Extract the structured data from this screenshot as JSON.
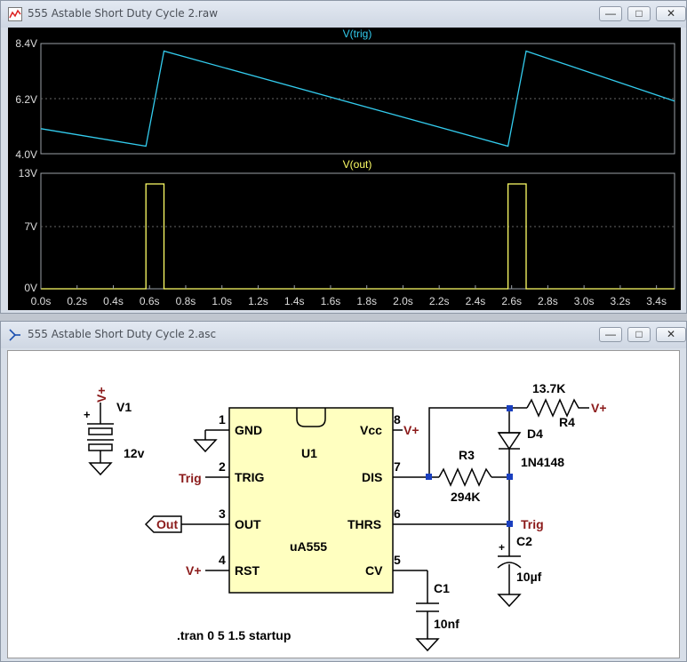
{
  "waveform_window": {
    "title": "555 Astable Short Duty Cycle 2.raw",
    "controls": {
      "minimize": "—",
      "restore": "□",
      "close": "✕"
    },
    "pane1": {
      "trace": "V(trig)",
      "yticks": [
        "8.4V",
        "6.2V",
        "4.0V"
      ],
      "color": "#33ccee"
    },
    "pane2": {
      "trace": "V(out)",
      "yticks": [
        "13V",
        "7V",
        "0V"
      ],
      "color": "#ffff66"
    },
    "xticks": [
      "0.0s",
      "0.2s",
      "0.4s",
      "0.6s",
      "0.8s",
      "1.0s",
      "1.2s",
      "1.4s",
      "1.6s",
      "1.8s",
      "2.0s",
      "2.2s",
      "2.4s",
      "2.6s",
      "2.8s",
      "3.0s",
      "3.2s",
      "3.4s"
    ]
  },
  "schematic_window": {
    "title": "555 Astable Short Duty Cycle 2.asc",
    "controls": {
      "minimize": "—",
      "restore": "□",
      "close": "✕"
    },
    "v1": {
      "name": "V1",
      "value": "12v",
      "supply": "V+",
      "plus": "+"
    },
    "u1": {
      "name": "U1",
      "part": "uA555",
      "pins_left": [
        {
          "num": "1",
          "label": "GND"
        },
        {
          "num": "2",
          "label": "TRIG"
        },
        {
          "num": "3",
          "label": "OUT"
        },
        {
          "num": "4",
          "label": "RST"
        }
      ],
      "pins_right": [
        {
          "num": "8",
          "label": "Vcc"
        },
        {
          "num": "7",
          "label": "DIS"
        },
        {
          "num": "6",
          "label": "THRS"
        },
        {
          "num": "5",
          "label": "CV"
        }
      ]
    },
    "nets": {
      "trig_left": "Trig",
      "out": "Out",
      "rst": "V+",
      "vcc": "V+",
      "r4_right": "V+",
      "trig_right": "Trig"
    },
    "r4": {
      "name": "R4",
      "value": "13.7K"
    },
    "d4": {
      "name": "D4",
      "value": "1N4148"
    },
    "r3": {
      "name": "R3",
      "value": "294K"
    },
    "c2": {
      "name": "C2",
      "value": "10µf",
      "plus": "+"
    },
    "c1": {
      "name": "C1",
      "value": "10nf"
    },
    "directive": ".tran 0 5 1.5 startup"
  },
  "chart_data": [
    {
      "type": "line",
      "title": "V(trig)",
      "ylim": [
        4.0,
        8.4
      ],
      "xlim": [
        0.0,
        3.5
      ],
      "series": [
        {
          "name": "V(trig)",
          "x": [
            0.0,
            0.58,
            0.68,
            2.58,
            2.68,
            3.5
          ],
          "values": [
            5.0,
            4.3,
            8.1,
            4.3,
            8.1,
            6.1
          ]
        }
      ]
    },
    {
      "type": "line",
      "title": "V(out)",
      "ylim": [
        0,
        13
      ],
      "xlim": [
        0.0,
        3.5
      ],
      "series": [
        {
          "name": "V(out)",
          "x": [
            0.0,
            0.58,
            0.58,
            0.68,
            0.68,
            2.58,
            2.58,
            2.68,
            2.68,
            3.5
          ],
          "values": [
            0,
            0,
            11.8,
            11.8,
            0,
            0,
            11.8,
            11.8,
            0,
            0
          ]
        }
      ]
    }
  ]
}
